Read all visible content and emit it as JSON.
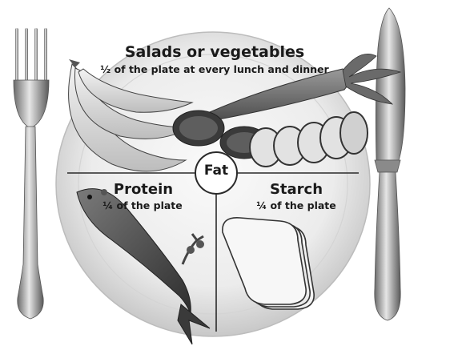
{
  "sections": {
    "vegetables": {
      "title": "Salads or vegetables",
      "subtitle": "½ of the plate at every lunch and dinner"
    },
    "protein": {
      "title": "Protein",
      "subtitle": "¼ of the plate"
    },
    "starch": {
      "title": "Starch",
      "subtitle": "¼ of the plate"
    },
    "fat": {
      "label": "Fat"
    }
  },
  "icons": [
    "fork-icon",
    "knife-icon",
    "banana-icon",
    "carrot-icon",
    "tomato-slice-icon",
    "cucumber-slice-icon",
    "fish-icon",
    "bread-icon",
    "herb-icon"
  ],
  "colors": {
    "plate_fill": "#f1f1f1",
    "plate_rim": "#d9d9d9",
    "divider": "#2a2a2a",
    "text": "#1a1a1a"
  }
}
